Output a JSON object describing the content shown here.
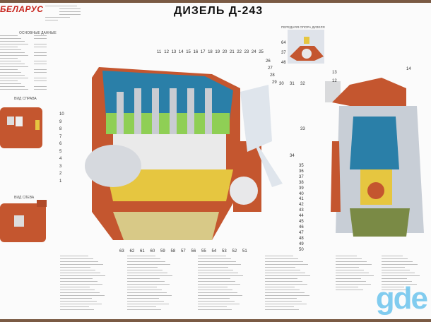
{
  "header": {
    "logo": "БЕЛАРУС",
    "title": "ДИЗЕЛЬ Д-243"
  },
  "specs": {
    "heading": "ОСНОВНЫЕ ДАННЫЕ"
  },
  "views": {
    "right": "ВИД СПРАВА",
    "left": "ВИД СЛЕВА",
    "front_support": "ПЕРЕДНЯЯ ОПОРА ДИЗЕЛЯ"
  },
  "callouts": {
    "top": [
      "11",
      "12",
      "13",
      "14",
      "15",
      "16",
      "17",
      "18",
      "19",
      "20",
      "21",
      "22",
      "23",
      "24",
      "25"
    ],
    "right": [
      "26",
      "27",
      "28",
      "29",
      "30",
      "31",
      "32",
      "33",
      "34",
      "35",
      "36",
      "37",
      "38",
      "39",
      "40",
      "41",
      "42",
      "43",
      "44",
      "45",
      "46",
      "47",
      "48",
      "49",
      "50"
    ],
    "left": [
      "10",
      "9",
      "8",
      "7",
      "6",
      "5",
      "4",
      "3",
      "2",
      "1"
    ],
    "bottom": [
      "63",
      "62",
      "61",
      "60",
      "59",
      "58",
      "57",
      "56",
      "55",
      "54",
      "53",
      "52",
      "51"
    ],
    "support": [
      "64",
      "37",
      "46"
    ],
    "side": [
      "14",
      "13",
      "12"
    ]
  },
  "watermark": "gde",
  "colors": {
    "engine": "#c4562f",
    "head": "#2a7fa8",
    "casting": "#e6c640",
    "steel": "#c9ccd2",
    "border": "#7a5a44"
  }
}
